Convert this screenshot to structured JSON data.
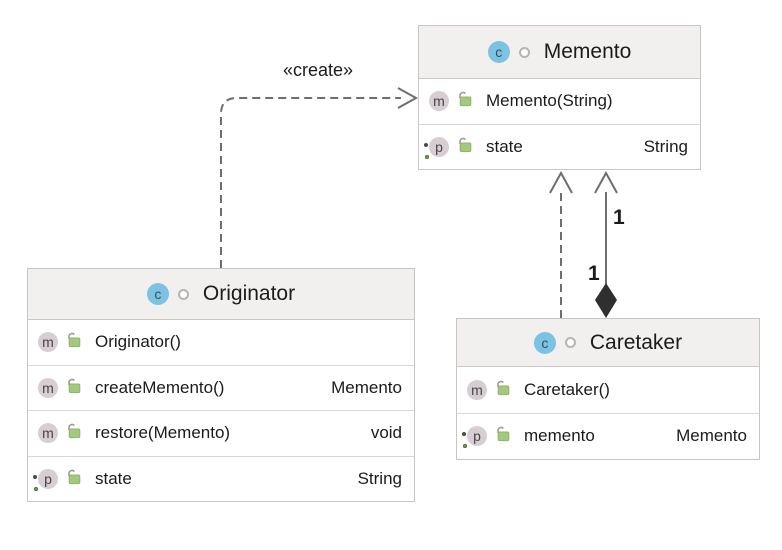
{
  "icons": {
    "class_letter": "c",
    "method_letter": "m",
    "property_letter": "p"
  },
  "colors": {
    "class_icon_blue": "#7cc2e2",
    "member_icon_gray": "#d7ced3",
    "lock_green": "#a3c97e",
    "header_bg": "#f2f0ef",
    "edge_gray": "#6e6e6e",
    "diamond_fill": "#2f2f2f",
    "text": "#1b1b1b"
  },
  "classes": [
    {
      "name": "Memento",
      "members": [
        {
          "kind": "method",
          "name": "Memento(String)",
          "type": ""
        },
        {
          "kind": "property",
          "name": "state",
          "type": "String"
        }
      ]
    },
    {
      "name": "Originator",
      "members": [
        {
          "kind": "method",
          "name": "Originator()",
          "type": ""
        },
        {
          "kind": "method",
          "name": "createMemento()",
          "type": "Memento"
        },
        {
          "kind": "method",
          "name": "restore(Memento)",
          "type": "void"
        },
        {
          "kind": "property",
          "name": "state",
          "type": "String"
        }
      ]
    },
    {
      "name": "Caretaker",
      "members": [
        {
          "kind": "method",
          "name": "Caretaker()",
          "type": ""
        },
        {
          "kind": "property",
          "name": "memento",
          "type": "Memento"
        }
      ]
    }
  ],
  "edges": {
    "create_dependency": {
      "label": "«create»",
      "from": "Originator",
      "to": "Memento",
      "style": "dashed",
      "head": "open-arrow"
    },
    "caretaker_dependency": {
      "from": "Caretaker",
      "to": "Memento",
      "style": "dashed",
      "head": "open-arrow"
    },
    "composition": {
      "from": "Caretaker",
      "to": "Memento",
      "style": "solid",
      "head": "open-arrow",
      "tail": "filled-diamond",
      "multiplicity_upper": "1",
      "multiplicity_lower": "1"
    }
  }
}
